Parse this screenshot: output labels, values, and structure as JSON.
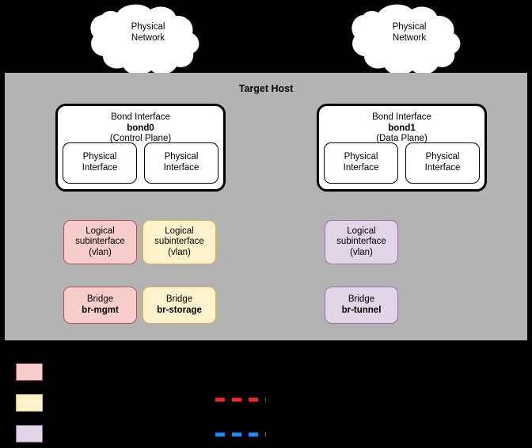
{
  "diagram": {
    "host": {
      "title": "Target Host",
      "panel_color": "#b3b3b3"
    },
    "clouds": [
      {
        "name": "cloud-left",
        "line1": "Physical",
        "line2": "Network"
      },
      {
        "name": "cloud-right",
        "line1": "Physical",
        "line2": "Network"
      }
    ],
    "bonds": [
      {
        "name": "bond0",
        "title": "Bond Interface",
        "id": "bond0",
        "role": "(Control Plane)",
        "ports": [
          {
            "line1": "Physical",
            "line2": "Interface"
          },
          {
            "line1": "Physical",
            "line2": "Interface"
          }
        ]
      },
      {
        "name": "bond1",
        "title": "Bond Interface",
        "id": "bond1",
        "role": "(Data Plane)",
        "ports": [
          {
            "line1": "Physical",
            "line2": "Interface"
          },
          {
            "line1": "Physical",
            "line2": "Interface"
          }
        ]
      }
    ],
    "subinterfaces": [
      {
        "key": "mgmt",
        "line1": "Logical",
        "line2": "subinterface",
        "line3": "(vlan)",
        "fill": "#f8cecc",
        "stroke": "#b85450"
      },
      {
        "key": "storage",
        "line1": "Logical",
        "line2": "subinterface",
        "line3": "(vlan)",
        "fill": "#fff2cc",
        "stroke": "#d6b656"
      },
      {
        "key": "tunnel",
        "line1": "Logical",
        "line2": "subinterface",
        "line3": "(vlan)",
        "fill": "#e1d5e7",
        "stroke": "#9673a6"
      }
    ],
    "bridges": [
      {
        "key": "mgmt",
        "label": "Bridge",
        "name": "br-mgmt",
        "fill": "#f8cecc",
        "stroke": "#b85450"
      },
      {
        "key": "storage",
        "label": "Bridge",
        "name": "br-storage",
        "fill": "#fff2cc",
        "stroke": "#d6b656"
      },
      {
        "key": "tunnel",
        "label": "Bridge",
        "name": "br-tunnel",
        "fill": "#e1d5e7",
        "stroke": "#9673a6"
      }
    ],
    "legend": {
      "swatches": [
        {
          "key": "mgmt",
          "label": "",
          "fill": "#f8cecc",
          "stroke": "#b85450"
        },
        {
          "key": "storage",
          "label": "",
          "fill": "#fff2cc",
          "stroke": "#d6b656"
        },
        {
          "key": "tunnel",
          "label": "",
          "fill": "#e1d5e7",
          "stroke": "#9673a6"
        }
      ],
      "lines": [
        {
          "key": "red-dashed",
          "label": "",
          "color": "#ef2929"
        },
        {
          "key": "blue-dashed",
          "label": "",
          "color": "#1a8cff"
        }
      ]
    },
    "colors": {
      "red_dash": "#ef2929",
      "blue_dash": "#1a8cff",
      "black": "#000000",
      "white": "#ffffff"
    }
  }
}
